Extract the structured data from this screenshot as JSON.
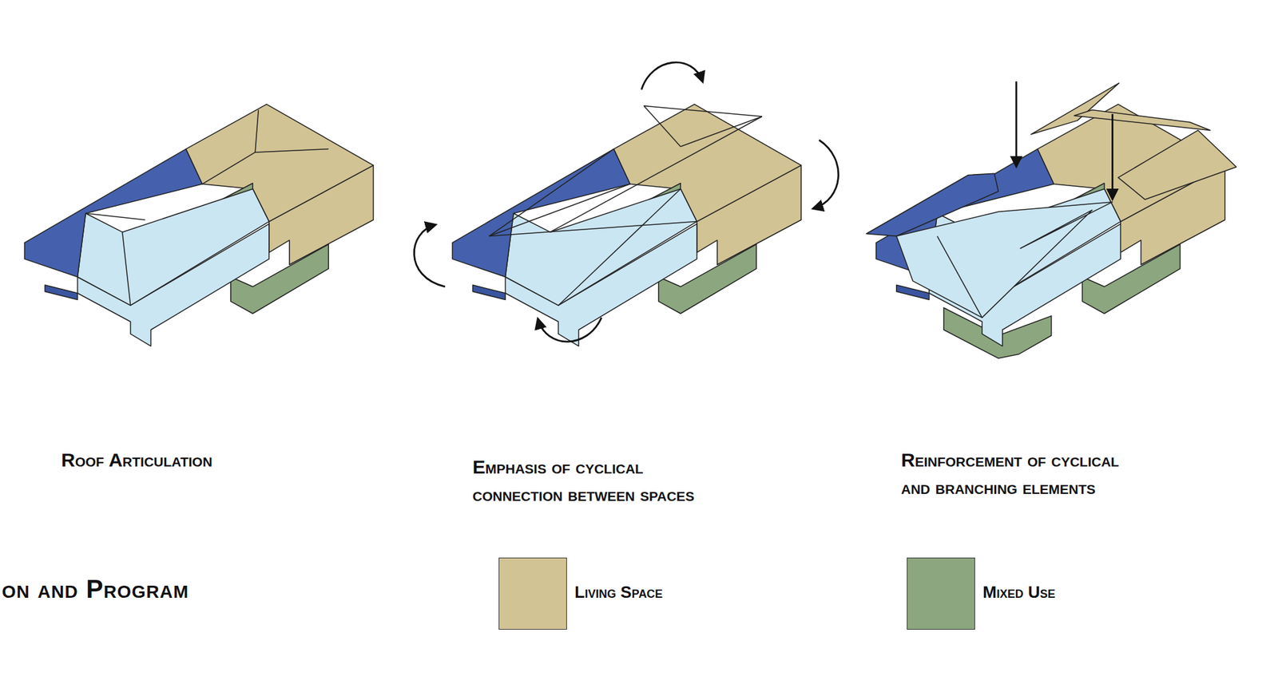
{
  "diagram": {
    "title": "on and Program",
    "labels": [
      "Roof Articulation",
      "Emphasis of cyclical connection between spaces",
      "Reinforcement of cyclical and branching elements"
    ],
    "legend": [
      {
        "text": "Living Space",
        "color": "#d2c395"
      },
      {
        "text": "Mixed Use",
        "color": "#8ca67f"
      }
    ]
  }
}
